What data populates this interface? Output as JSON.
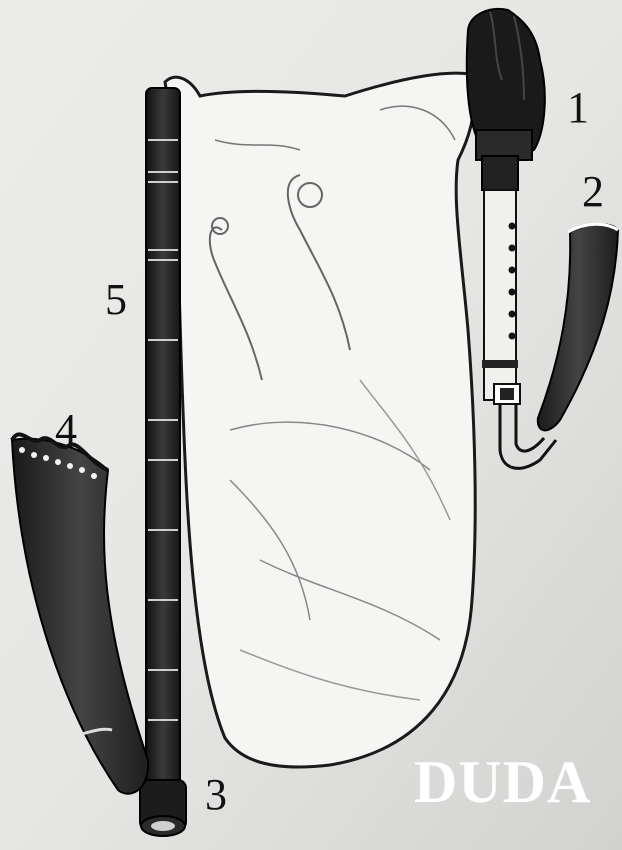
{
  "title": "DUDA",
  "labels": {
    "reed_cap": "1",
    "bell_horn": "2",
    "drone_foot": "3",
    "drone_horn": "4",
    "drone_pipe": "5"
  }
}
